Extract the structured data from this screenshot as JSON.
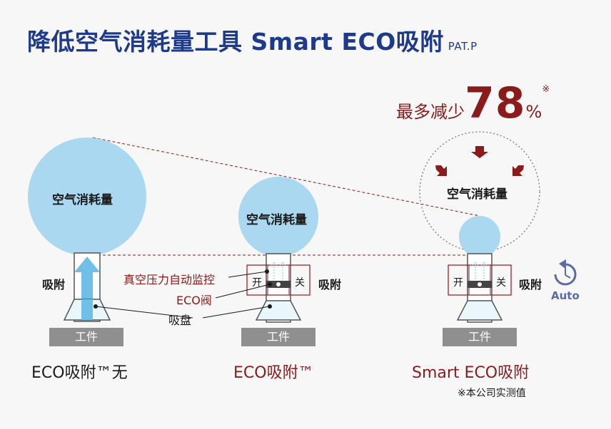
{
  "title": {
    "main": "降低空气消耗量工具 Smart ECO吸附",
    "sup": "PAT.P"
  },
  "reduction": {
    "lead": "最多减少",
    "value": "78",
    "unit": "%",
    "mark": "※"
  },
  "circles": [
    {
      "label": "空气消耗量"
    },
    {
      "label": "空气消耗量"
    },
    {
      "label": "空气消耗量"
    }
  ],
  "side_labels": {
    "suction": "吸附"
  },
  "annotations": {
    "pressure_monitor": "真空压力自动监控",
    "eco_valve": "ECO阀",
    "suction_cup": "吸盘"
  },
  "valve": {
    "open": "开",
    "close": "关"
  },
  "workpiece": "工件",
  "captions": [
    {
      "text": "ECO吸附™无",
      "color": "#1a1a1a"
    },
    {
      "text": "ECO吸附™",
      "color": "#8b1a1a"
    },
    {
      "text": "Smart ECO吸附",
      "color": "#8b1a1a"
    }
  ],
  "auto_label": "Auto",
  "note": "※本公司实测值",
  "colors": {
    "title": "#1d3a8c",
    "accent_red": "#8b1a1a",
    "bubble": "#a9d8f0",
    "workpiece": "#8f8f8f",
    "auto_icon": "#5b6aa8"
  }
}
